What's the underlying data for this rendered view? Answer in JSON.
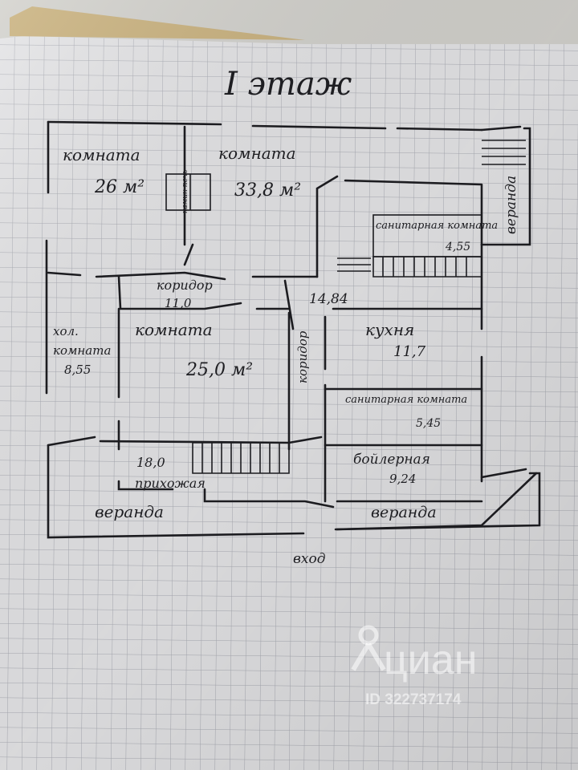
{
  "title": "I этаж",
  "rooms": [
    {
      "name": "комната",
      "area": "26 м²"
    },
    {
      "name": "комната",
      "area": "33,8 м²"
    },
    {
      "name": "комната",
      "area": "25,0 м²"
    },
    {
      "name": "комната",
      "area": "8,55"
    },
    {
      "name": "коридор",
      "area": "11,0"
    },
    {
      "name": "коридор",
      "area": "14,84"
    },
    {
      "name": "санитарная комната",
      "area": "4,55"
    },
    {
      "name": "кухня",
      "area": "11,7"
    },
    {
      "name": "санитарная комната",
      "area": "5,45"
    },
    {
      "name": "бойлерная",
      "area": "9,24"
    },
    {
      "name": "прихожая",
      "area": "18,0"
    }
  ],
  "labels": {
    "stove": "камин печь",
    "veranda_right": "веранда",
    "veranda_left": "веранда",
    "veranda_bottom": "веранда",
    "entrance": "вход",
    "room_small_prefix": "хол."
  },
  "watermark": {
    "brand": "циан",
    "id": "ID 322737174"
  }
}
